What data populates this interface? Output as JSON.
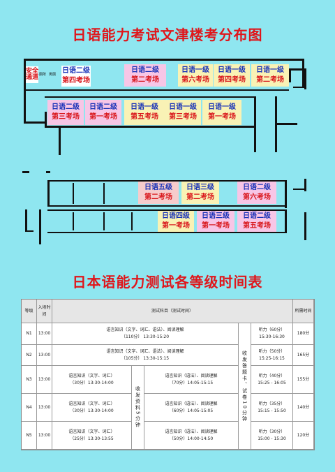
{
  "titles": {
    "map_title": "日语能力考试文津楼考分布图",
    "schedule_title": "日本语能力测试各等级时间表"
  },
  "map": {
    "top_row": [
      {
        "l1": "日语二级",
        "l2": "第四考场",
        "color": "white"
      },
      {
        "l1": "日语二级",
        "l2": "第二考场",
        "color": "pink"
      },
      {
        "l1": "日语一级",
        "l2": "第六考场",
        "color": "yellow"
      },
      {
        "l1": "日语一级",
        "l2": "第四考场",
        "color": "yellow"
      },
      {
        "l1": "日语一级",
        "l2": "第二考场",
        "color": "yellow"
      }
    ],
    "second_row": [
      {
        "l1": "日语二级",
        "l2": "第三考场",
        "color": "pink"
      },
      {
        "l1": "日语二级",
        "l2": "第一考场",
        "color": "pink"
      },
      {
        "l1": "日语一级",
        "l2": "第五考场",
        "color": "yellow"
      },
      {
        "l1": "日语一级",
        "l2": "第三考场",
        "color": "yellow"
      },
      {
        "l1": "日语一级",
        "l2": "第一考场",
        "color": "yellow"
      }
    ],
    "lower_row1": [
      {
        "l1": "日语五级",
        "l2": "第二考场",
        "color": "rose"
      },
      {
        "l1": "日语三级",
        "l2": "第二考场",
        "color": "yellow"
      },
      {
        "l1": "日语二级",
        "l2": "第六考场",
        "color": "pink"
      }
    ],
    "lower_row2": [
      {
        "l1": "日语四级",
        "l2": "第一考场",
        "color": "yellow"
      },
      {
        "l1": "日语三级",
        "l2": "第一考场",
        "color": "pink"
      },
      {
        "l1": "日语二级",
        "l2": "第五考场",
        "color": "pink"
      }
    ],
    "exit_label": "安全通道"
  },
  "schedule": {
    "headers": {
      "level": "等级",
      "entry": "入场时间",
      "subject": "测试科目（测试时间）",
      "needed": "所需时间"
    },
    "collect_15": "收发答题卡、试卷10分钟",
    "collect_5": "收发资料5分钟",
    "rows": [
      {
        "level": "N1",
        "entry": "13:00",
        "part1a": "语言知识（文字、词汇、语法）、阅读理解",
        "part1b": "〔110分〕 13:30-15:20",
        "listen_a": "听力（60分）",
        "listen_b": "15:30-16:30",
        "total": "180分"
      },
      {
        "level": "N2",
        "entry": "13:00",
        "part1a": "语言知识（文字、词汇、语法）、阅读理解",
        "part1b": "〔105分〕 13:30-15:15",
        "listen_a": "听力（50分）",
        "listen_b": "15:25-16:15",
        "total": "165分"
      },
      {
        "level": "N3",
        "entry": "13:00",
        "part1a": "语言知识（文字、词汇）",
        "part1b": "（30分）13:30-14:00",
        "part2a": "语言知识（语法）、阅读理解",
        "part2b": "（70分）14:05-15:15",
        "listen_a": "听力（40分）",
        "listen_b": "15:25 - 16:05",
        "total": "155分"
      },
      {
        "level": "N4",
        "entry": "13:00",
        "part1a": "语言知识（文字、词汇）",
        "part1b": "（30分）13:30-14:00",
        "part2a": "语言知识（语法）、阅读理解",
        "part2b": "（60分）14:05-15:05",
        "listen_a": "听力（35分）",
        "listen_b": "15:15 - 15:50",
        "total": "140分"
      },
      {
        "level": "N5",
        "entry": "13:00",
        "part1a": "语言知识（文字、词汇）",
        "part1b": "（25分）13:30-13:55",
        "part2a": "语言知识（语法）、阅读理解",
        "part2b": "（50分）14:00-14:50",
        "listen_a": "听力（30分）",
        "listen_b": "15:00 - 15:30",
        "total": "120分"
      }
    ]
  },
  "colors": {
    "background": "#8fe6f0",
    "title": "#e0161b",
    "room_level": "#1933b8",
    "room_name": "#d9161b"
  }
}
